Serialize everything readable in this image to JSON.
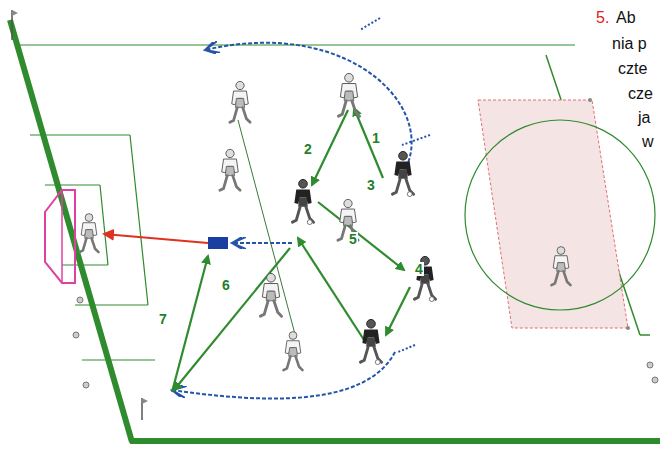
{
  "diagram": {
    "labels": [
      "5.",
      "Ab",
      "nia p",
      "czte",
      "cze",
      "ja",
      "w",
      "1",
      "2",
      "3",
      "4",
      "5",
      "6",
      "7"
    ]
  }
}
